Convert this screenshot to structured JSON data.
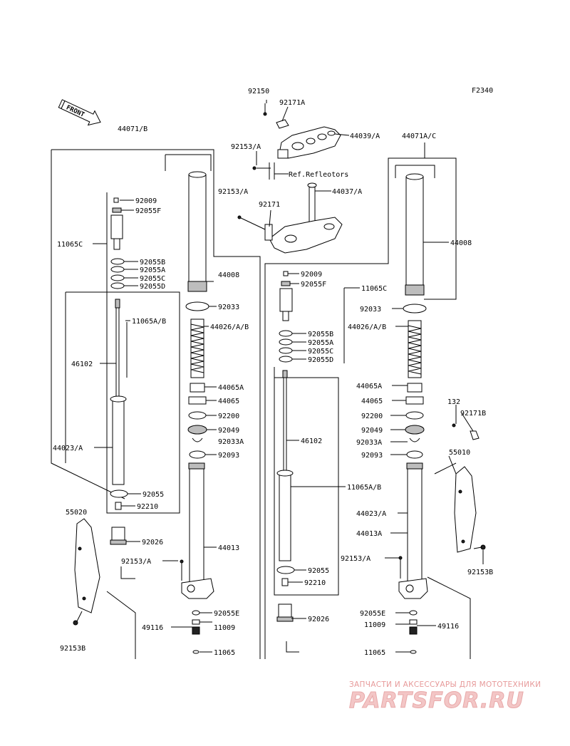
{
  "diagram_code": "F2340",
  "front_label": "FRONT",
  "ref_label": "Ref.Refleotors",
  "watermark": {
    "line1": "ЗАПЧАСТИ И АКСЕССУАРЫ ДЛЯ МОТОТЕХНИКИ",
    "logo": "PARTSFOR.RU"
  },
  "labels": {
    "l_44071b": "44071/B",
    "l_92150": "92150",
    "l_92171a": "92171A",
    "l_44039a": "44039/A",
    "l_92153a_top": "92153/A",
    "l_92153a_mid": "92153/A",
    "l_92171": "92171",
    "l_44037a": "44037/A",
    "l_44071ac": "44071A/C",
    "l_92009_l": "92009",
    "l_92055f_l": "92055F",
    "l_11065c_l": "11065C",
    "l_92055b_l": "92055B",
    "l_92055a_l": "92055A",
    "l_92055c_l": "92055C",
    "l_92055d_l": "92055D",
    "l_44008_l": "44008",
    "l_92033_l": "92033",
    "l_11065ab_l": "11065A/B",
    "l_44026ab_l": "44026/A/B",
    "l_46102_l": "46102",
    "l_44065a_l": "44065A",
    "l_44065_l": "44065",
    "l_92200_l": "92200",
    "l_92049_l": "92049",
    "l_92033a_l": "92033A",
    "l_92093_l": "92093",
    "l_44023a_l": "44023/A",
    "l_92055_l": "92055",
    "l_92210_l": "92210",
    "l_55020": "55020",
    "l_92026_l": "92026",
    "l_44013": "44013",
    "l_92153a_l": "92153/A",
    "l_92055e_l": "92055E",
    "l_49116_l": "49116",
    "l_11009_l": "11009",
    "l_92153b_l": "92153B",
    "l_11065_l": "11065",
    "l_44008_r": "44008",
    "l_92009_r": "92009",
    "l_92055f_r": "92055F",
    "l_11065c_r": "11065C",
    "l_92033_r": "92033",
    "l_44026ab_r": "44026/A/B",
    "l_92055b_r": "92055B",
    "l_92055a_r": "92055A",
    "l_92055c_r": "92055C",
    "l_92055d_r": "92055D",
    "l_44065a_r": "44065A",
    "l_44065_r": "44065",
    "l_132": "132",
    "l_92171b": "92171B",
    "l_92200_r": "92200",
    "l_92049_r": "92049",
    "l_46102_r": "46102",
    "l_92033a_r": "92033A",
    "l_92093_r": "92093",
    "l_55010": "55010",
    "l_11065ab_r": "11065A/B",
    "l_44023a_r": "44023/A",
    "l_44013a": "44013A",
    "l_92153a_r": "92153/A",
    "l_92153b_r": "92153B",
    "l_92055_r": "92055",
    "l_92210_r": "92210",
    "l_92055e_r": "92055E",
    "l_11009_r": "11009",
    "l_49116_r": "49116",
    "l_92026_r": "92026",
    "l_11065_r": "11065"
  }
}
